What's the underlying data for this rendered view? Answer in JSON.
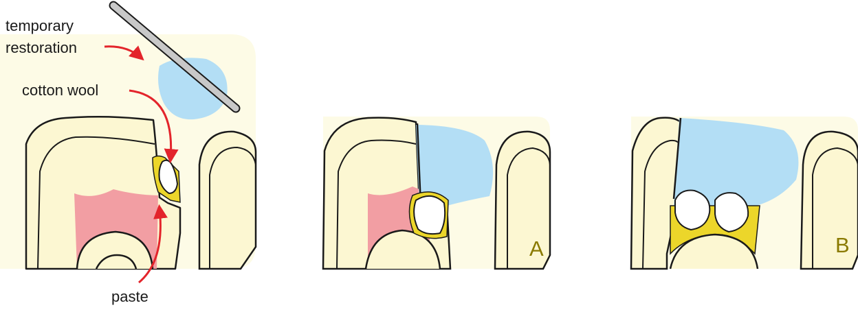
{
  "labels": {
    "temporary": "temporary",
    "restoration": "restoration",
    "cotton_wool": "cotton wool",
    "paste": "paste"
  },
  "panels": {
    "a": "A",
    "b": "B"
  },
  "colors": {
    "background_panel": "#fdfbe6",
    "tooth": "#fcf7d2",
    "pulp": "#f29ea3",
    "restoration": "#b3def5",
    "paste": "#ecd62a",
    "arrow": "#e3242b",
    "instrument": "#c8c8c8",
    "outline": "#1a1a1a"
  }
}
